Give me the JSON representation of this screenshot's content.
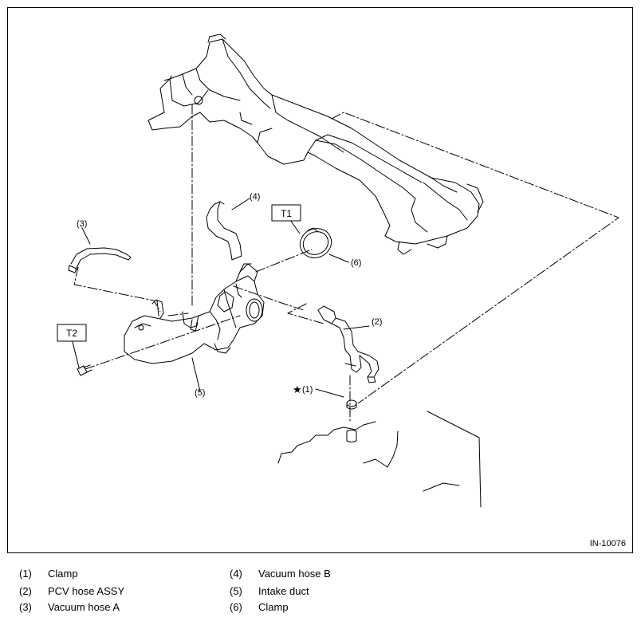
{
  "figure_id": "IN-10076",
  "tool_labels": {
    "t1": "T1",
    "t2": "T2"
  },
  "callouts": {
    "c1": "(1)",
    "c2": "(2)",
    "c3": "(3)",
    "c4": "(4)",
    "c5": "(5)",
    "c6": "(6)"
  },
  "star_symbol": "★",
  "legend": [
    {
      "num": "(1)",
      "label": "Clamp"
    },
    {
      "num": "(2)",
      "label": "PCV hose ASSY"
    },
    {
      "num": "(3)",
      "label": "Vacuum hose A"
    },
    {
      "num": "(4)",
      "label": "Vacuum hose B"
    },
    {
      "num": "(5)",
      "label": "Intake duct"
    },
    {
      "num": "(6)",
      "label": "Clamp"
    }
  ]
}
